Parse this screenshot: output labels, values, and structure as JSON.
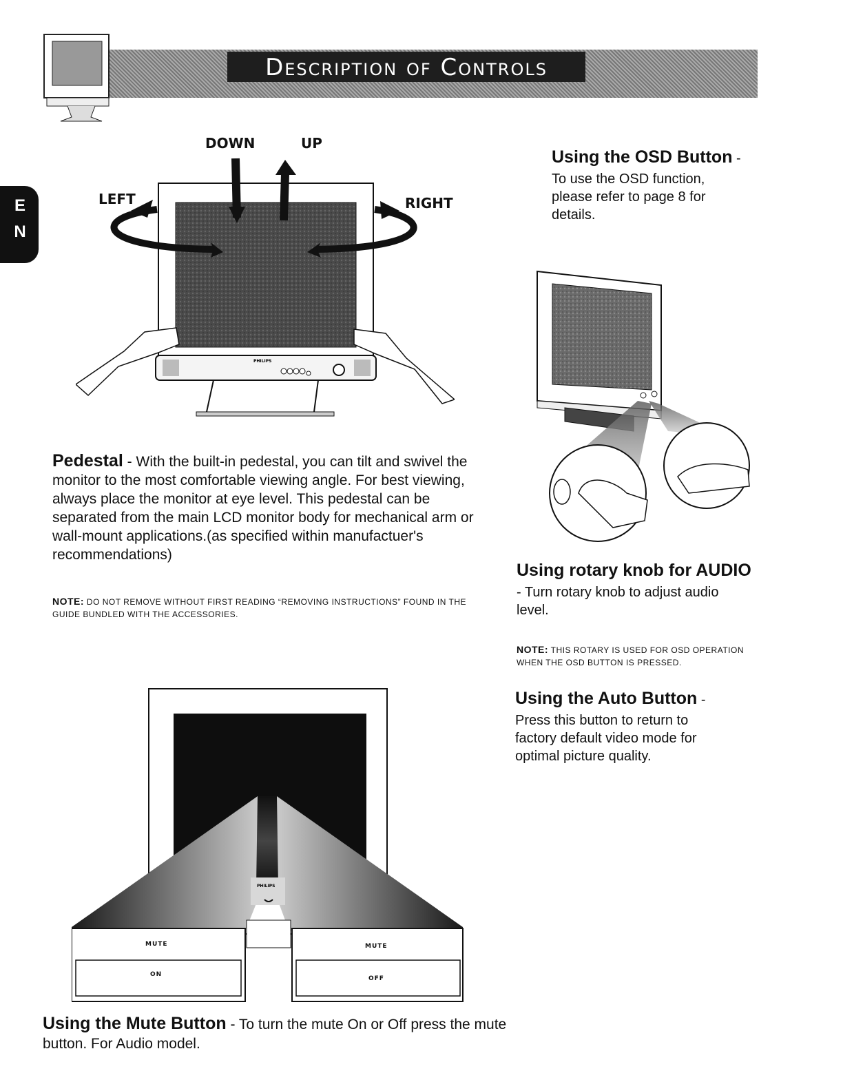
{
  "header": {
    "title": "Description of Controls",
    "language_tab": "E\nN"
  },
  "figure_pedestal": {
    "labels": {
      "down": "DOWN",
      "up": "UP",
      "left": "LEFT",
      "right": "RIGHT"
    },
    "brand": "PHILIPS"
  },
  "pedestal": {
    "heading": "Pedestal",
    "text": " - With the built-in pedestal, you can tilt and swivel the monitor to the most comfortable viewing angle. For best viewing, always place the monitor at eye level. This pedestal can be separated from the main LCD monitor body for mechanical arm or wall-mount applications.(as specified within manufactuer's recommendations)",
    "note_label": "NOTE:",
    "note_text": " Do not remove without first reading “Removing Instructions” found in the guide bundled with the accessories."
  },
  "osd_button": {
    "heading": "Using the OSD Button",
    "heading_suffix": " -",
    "text": "To use the OSD function, please refer to page 8 for details."
  },
  "rotary_knob": {
    "heading": "Using rotary knob for AUDIO",
    "text": "- Turn rotary knob to adjust audio level.",
    "note_label": "NOTE:",
    "note_text": " This rotary is used for OSD operation when the OSD button is pressed."
  },
  "auto_button": {
    "heading": "Using the Auto Button",
    "heading_suffix": " -",
    "text": "Press this button to return to factory default video mode for optimal picture quality."
  },
  "figure_mute": {
    "brand": "PHILIPS",
    "left_box": {
      "label": "MUTE",
      "state": "ON"
    },
    "right_box": {
      "label": "MUTE",
      "state": "OFF"
    }
  },
  "mute_button": {
    "heading": "Using the Mute Button",
    "text": " - To turn the mute On or Off press the mute button. For Audio model."
  },
  "colors": {
    "ink": "#111111",
    "banner_dark": "#1e1e1e",
    "screen_gray": "#555555"
  }
}
